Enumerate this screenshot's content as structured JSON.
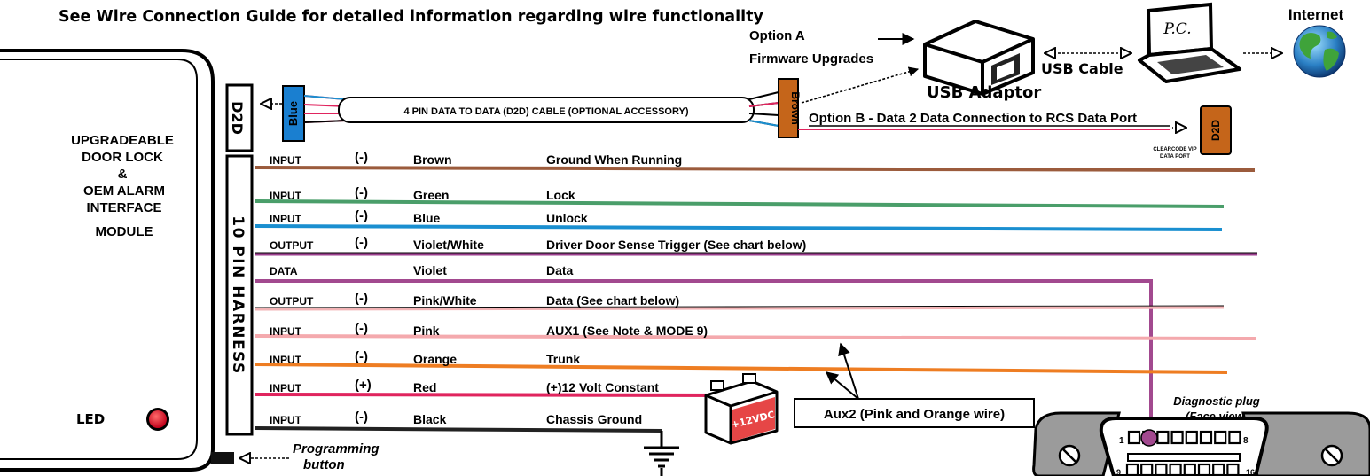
{
  "header": {
    "title": "See Wire Connection Guide for detailed information regarding wire functionality",
    "internet": "Internet",
    "option_a": "Option A",
    "firmware": "Firmware Upgrades",
    "usb_adaptor": "USB Adaptor",
    "usb_cable": "USB Cable",
    "pc": "P.C."
  },
  "module": {
    "lines": [
      "UPGRADEABLE",
      "DOOR LOCK",
      "&",
      "OEM ALARM",
      "INTERFACE",
      "MODULE"
    ],
    "led": "LED",
    "programming": "Programming",
    "button": "button"
  },
  "d2d": {
    "port_label": "D2D",
    "harness_label": "10 PIN HARNESS",
    "blue": "Blue",
    "brown": "Brown",
    "cable": "4 PIN DATA TO DATA (D2D) CABLE (OPTIONAL ACCESSORY)",
    "option_b": "Option B - Data 2 Data Connection to RCS Data Port",
    "clearcode_1": "CLEARCODE VIP",
    "clearcode_2": "DATA PORT",
    "vip_label": "D2D"
  },
  "wires": [
    {
      "type": "INPUT",
      "polarity": "(-)",
      "color_name": "Brown",
      "function": "Ground When Running",
      "color": "#9b5b3c"
    },
    {
      "type": "INPUT",
      "polarity": "(-)",
      "color_name": "Green",
      "function": "Lock",
      "color": "#4a9e6a"
    },
    {
      "type": "INPUT",
      "polarity": "(-)",
      "color_name": "Blue",
      "function": "Unlock",
      "color": "#1a8fd0"
    },
    {
      "type": "OUTPUT",
      "polarity": "(-)",
      "color_name": "Violet/White",
      "function": "Driver Door Sense Trigger (See chart below)",
      "color": "#9c3f8f"
    },
    {
      "type": "DATA",
      "polarity": "",
      "color_name": "Violet",
      "function": "Data",
      "color": "#a2498f"
    },
    {
      "type": "OUTPUT",
      "polarity": "(-)",
      "color_name": "Pink/White",
      "function": "Data (See chart below)",
      "color": "#f2b3b5"
    },
    {
      "type": "INPUT",
      "polarity": "(-)",
      "color_name": "Pink",
      "function": "AUX1 (See Note & MODE 9)",
      "color": "#f4a9ad"
    },
    {
      "type": "INPUT",
      "polarity": "(-)",
      "color_name": "Orange",
      "function": "Trunk",
      "color": "#ee7d22"
    },
    {
      "type": "INPUT",
      "polarity": "(+)",
      "color_name": "Red",
      "function": "(+)12 Volt Constant",
      "color": "#e0245e"
    },
    {
      "type": "INPUT",
      "polarity": "(-)",
      "color_name": "Black",
      "function": "Chassis Ground",
      "color": "#222222"
    }
  ],
  "battery": "+12VDC",
  "aux2": "Aux2 (Pink and Orange wire)",
  "diag": {
    "title": "Diagnostic plug",
    "subtitle": "(Face view)",
    "pin1": "1",
    "pin8": "8",
    "pin9": "9",
    "pin16": "16"
  }
}
